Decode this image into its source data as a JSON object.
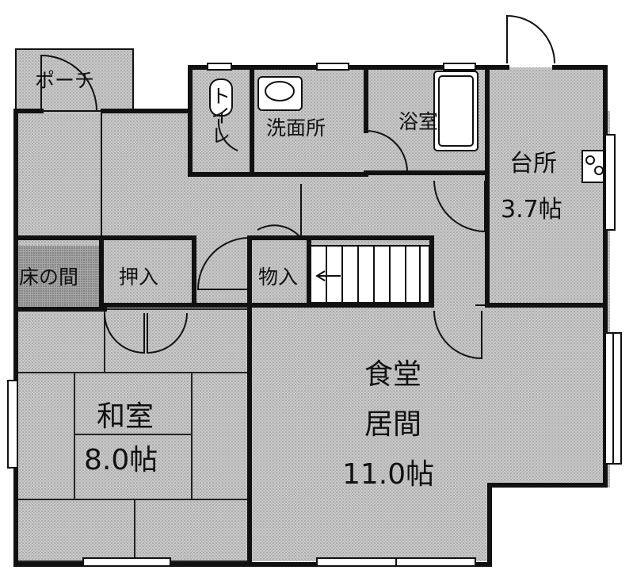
{
  "rooms": {
    "porch": "ポーチ",
    "toilet": "トイレ",
    "washroom": "洗面所",
    "bathroom": "浴室",
    "kitchen": {
      "name": "台所",
      "size": "3.7帖"
    },
    "tokonoma": "床の間",
    "oshiire": "押入",
    "storage": "物入",
    "washitsu": {
      "name": "和室",
      "size": "8.0帖"
    },
    "living": {
      "name1": "食堂",
      "name2": "居間",
      "size": "11.0帖"
    }
  },
  "colors": {
    "wall": "#111111",
    "floor": "#bdbdbd",
    "tatami": "#c8c8c8",
    "outside": "#ffffff"
  }
}
